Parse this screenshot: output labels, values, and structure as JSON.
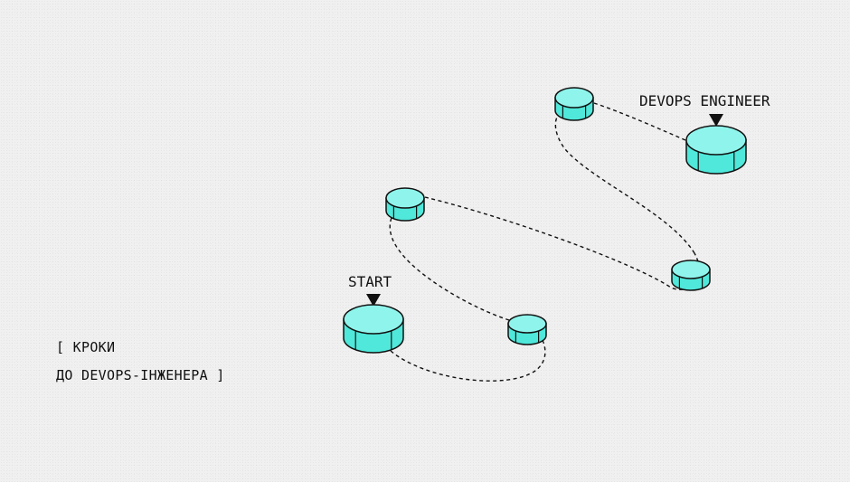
{
  "caption": {
    "line1": "[ КРОКИ",
    "line2": "ДО DEVOPS-ІНЖЕНЕРА ]"
  },
  "nodes": {
    "start": {
      "label": "START"
    },
    "end": {
      "label": "DEVOPS ENGINEER"
    }
  },
  "colors": {
    "cylinder_top": "#8ff5ec",
    "cylinder_side": "#4fe8da",
    "outline": "#111111",
    "path": "#111111"
  }
}
